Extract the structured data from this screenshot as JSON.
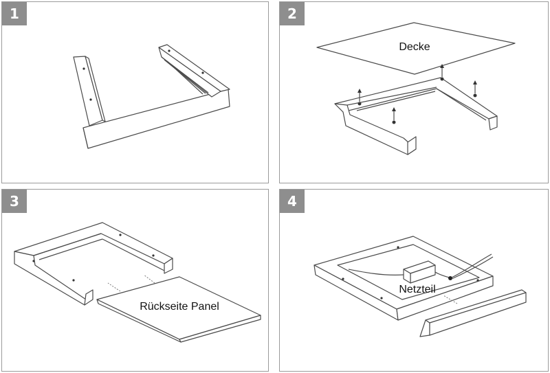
{
  "steps": [
    {
      "number": "1"
    },
    {
      "number": "2",
      "label": "Decke"
    },
    {
      "number": "3",
      "label": "Rückseite Panel"
    },
    {
      "number": "4",
      "label": "Netzteil"
    }
  ]
}
